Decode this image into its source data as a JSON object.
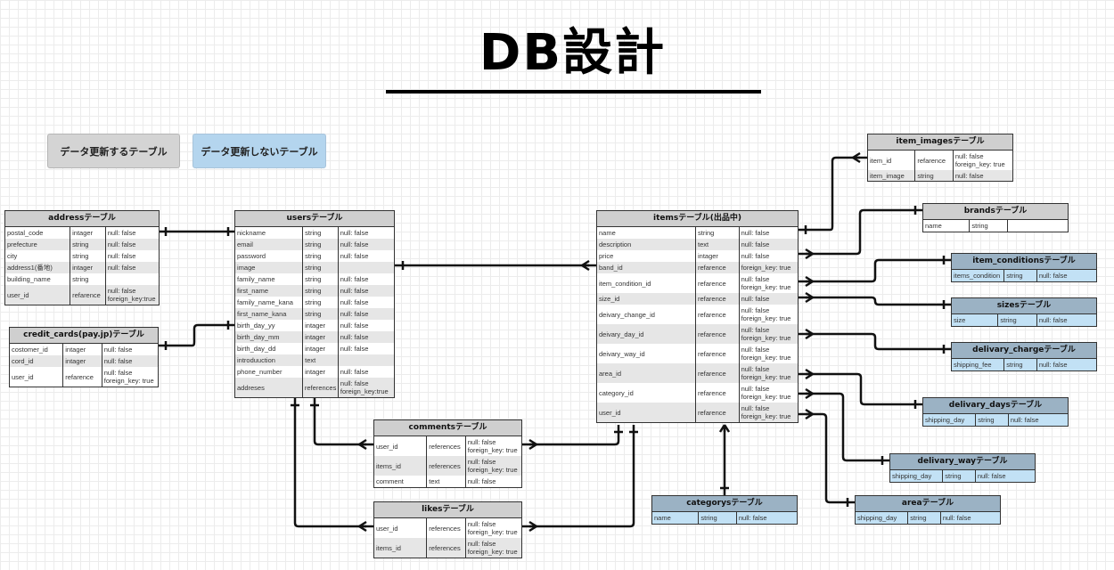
{
  "title": "DB設計",
  "legend": {
    "update_table": "データ更新するテーブル",
    "no_update_table": "データ更新しないテーブル"
  },
  "tables": {
    "address": {
      "title": "addressテーブル",
      "rows": [
        [
          "postal_code",
          "intager",
          "null: false"
        ],
        [
          "prefecture",
          "string",
          "null: false"
        ],
        [
          "city",
          "string",
          "null: false"
        ],
        [
          "address1(番地)",
          "intager",
          "null: false"
        ],
        [
          "building_name",
          "string",
          ""
        ],
        [
          "user_id",
          "refarence",
          "null: false\nforeign_key:true"
        ]
      ]
    },
    "credit_cards": {
      "title": "credit_cards(pay.jp)テーブル",
      "rows": [
        [
          "costomer_id",
          "intager",
          "null: false"
        ],
        [
          "cord_id",
          "intager",
          "null: false"
        ],
        [
          "user_id",
          "refarence",
          "null: false\nforeign_key: true"
        ]
      ]
    },
    "users": {
      "title": "usersテーブル",
      "rows": [
        [
          "nickname",
          "string",
          "null: false"
        ],
        [
          "email",
          "string",
          "null: false"
        ],
        [
          "password",
          "string",
          "null: false"
        ],
        [
          "image",
          "string",
          ""
        ],
        [
          "family_name",
          "string",
          "null: false"
        ],
        [
          "first_name",
          "string",
          "null: false"
        ],
        [
          "family_name_kana",
          "string",
          "null: false"
        ],
        [
          "first_name_kana",
          "string",
          "null: false"
        ],
        [
          "birth_day_yy",
          "intager",
          "null: false"
        ],
        [
          "birth_day_mm",
          "intager",
          "null: false"
        ],
        [
          "birth_day_dd",
          "intager",
          "null: false"
        ],
        [
          "introduuction",
          "text",
          ""
        ],
        [
          "phone_number",
          "intager",
          "null: false"
        ],
        [
          "addreses",
          "references",
          "null: false\nforeign_key:true"
        ]
      ]
    },
    "items": {
      "title": "itemsテーブル(出品中)",
      "rows": [
        [
          "name",
          "string",
          "null: false"
        ],
        [
          "description",
          "text",
          "null: false"
        ],
        [
          "price",
          "intager",
          "null: false"
        ],
        [
          "band_id",
          "refarence",
          "foreign_key: true"
        ],
        [
          "item_condition_id",
          "refarence",
          "null: false\nforeign_key: true"
        ],
        [
          "size_id",
          "refarence",
          "null: false"
        ],
        [
          "deivary_change_id",
          "refarence",
          "null: false\nforeign_key: true"
        ],
        [
          "deivary_day_id",
          "refarence",
          "null: false\nforeign_key: true"
        ],
        [
          "deivary_way_id",
          "refarence",
          "null: false\nforeign_key: true"
        ],
        [
          "area_id",
          "refarence",
          "null: false\nforeign_key: true"
        ],
        [
          "category_id",
          "refarence",
          "null: false\nforeign_key: true"
        ],
        [
          "user_id",
          "refarence",
          "null: false\nforeign_key: true"
        ]
      ]
    },
    "comments": {
      "title": "commentsテーブル",
      "rows": [
        [
          "user_id",
          "references",
          "null: false\nforeign_key: true"
        ],
        [
          "items_id",
          "references",
          "null: false\nforeign_key: true"
        ],
        [
          "comment",
          "text",
          "null: false"
        ]
      ]
    },
    "likes": {
      "title": "likesテーブル",
      "rows": [
        [
          "user_id",
          "references",
          "null: false\nforeign_key: true"
        ],
        [
          "items_id",
          "references",
          "null: false\nforeign_key: true"
        ]
      ]
    },
    "item_images": {
      "title": "item_imagesテーブル",
      "rows": [
        [
          "item_id",
          "refarence",
          "null: false\nforeign_key: true"
        ],
        [
          "item_image",
          "string",
          "null: false"
        ]
      ]
    },
    "brands": {
      "title": "brandsテーブル",
      "rows": [
        [
          "name",
          "string",
          ""
        ]
      ]
    },
    "item_conditions": {
      "title": "item_conditionsテーブル",
      "rows": [
        [
          "items_condition",
          "string",
          "null: false"
        ]
      ]
    },
    "sizes": {
      "title": "sizesテーブル",
      "rows": [
        [
          "size",
          "string",
          "null: false"
        ]
      ]
    },
    "delivary_charge": {
      "title": "delivary_chargeテーブル",
      "rows": [
        [
          "shipping_fee",
          "string",
          "null: false"
        ]
      ]
    },
    "delivary_days": {
      "title": "delivary_daysテーブル",
      "rows": [
        [
          "shipping_day",
          "string",
          "null: false"
        ]
      ]
    },
    "delivary_way": {
      "title": "delivary_wayテーブル",
      "rows": [
        [
          "shipping_day",
          "string",
          "null: false"
        ]
      ]
    },
    "categorys": {
      "title": "categorysテーブル",
      "rows": [
        [
          "name",
          "string",
          "null: false"
        ]
      ]
    },
    "area": {
      "title": "areaテーブル",
      "rows": [
        [
          "shipping_day",
          "string",
          "null: false"
        ]
      ]
    }
  },
  "relations": [
    {
      "from": "address",
      "to": "users",
      "type": "one-to-one"
    },
    {
      "from": "credit_cards",
      "to": "users",
      "type": "one-to-one"
    },
    {
      "from": "users",
      "to": "items",
      "type": "one-to-many"
    },
    {
      "from": "users",
      "to": "comments",
      "type": "one-to-many"
    },
    {
      "from": "users",
      "to": "likes",
      "type": "one-to-many"
    },
    {
      "from": "items",
      "to": "comments",
      "type": "one-to-many"
    },
    {
      "from": "items",
      "to": "likes",
      "type": "one-to-many"
    },
    {
      "from": "items",
      "to": "item_images",
      "type": "one-to-many"
    },
    {
      "from": "brands",
      "to": "items",
      "type": "one-to-many"
    },
    {
      "from": "item_conditions",
      "to": "items",
      "type": "one-to-many"
    },
    {
      "from": "sizes",
      "to": "items",
      "type": "one-to-many"
    },
    {
      "from": "delivary_charge",
      "to": "items",
      "type": "one-to-many"
    },
    {
      "from": "delivary_days",
      "to": "items",
      "type": "one-to-many"
    },
    {
      "from": "delivary_way",
      "to": "items",
      "type": "one-to-many"
    },
    {
      "from": "area",
      "to": "items",
      "type": "one-to-many"
    },
    {
      "from": "categorys",
      "to": "items",
      "type": "one-to-many"
    }
  ]
}
